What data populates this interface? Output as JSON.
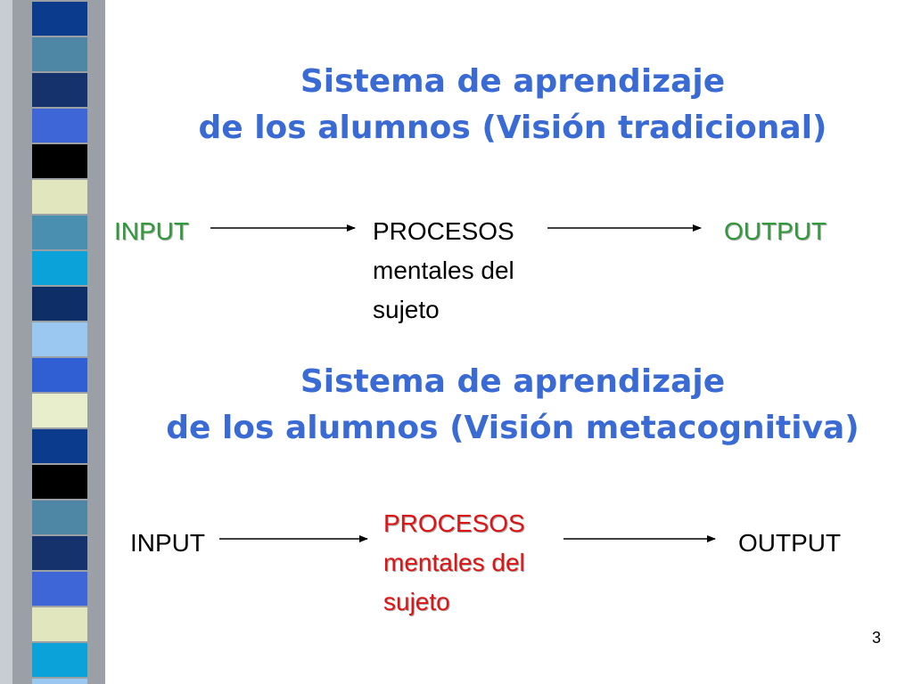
{
  "colors": {
    "title": "#3a6ad4",
    "input_output_green": "#2f9a3a",
    "process_red": "#e01414",
    "stripes": [
      "#0b3b8c",
      "#4e86a6",
      "#16326d",
      "#3e66d6",
      "#000000",
      "#e2e6be",
      "#4a8fb0",
      "#0aa2d8",
      "#0d2e66",
      "#9ac8f0",
      "#2f5fd2",
      "#e8eecb"
    ]
  },
  "slide": {
    "title_traditional": {
      "line1": "Sistema de aprendizaje",
      "line2": "de los alumnos (Visión tradicional)"
    },
    "diagram_traditional": {
      "input": "INPUT",
      "process_line1": "PROCESOS",
      "process_line2": "mentales del",
      "process_line3": "sujeto",
      "output": "OUTPUT"
    },
    "title_metacognitive": {
      "line1": "Sistema de aprendizaje",
      "line2": "de los alumnos (Visión metacognitiva)"
    },
    "diagram_metacognitive": {
      "input": "INPUT",
      "process_line1": "PROCESOS",
      "process_line2": "mentales del",
      "process_line3": "sujeto",
      "output": "OUTPUT"
    },
    "page_number": "3"
  }
}
